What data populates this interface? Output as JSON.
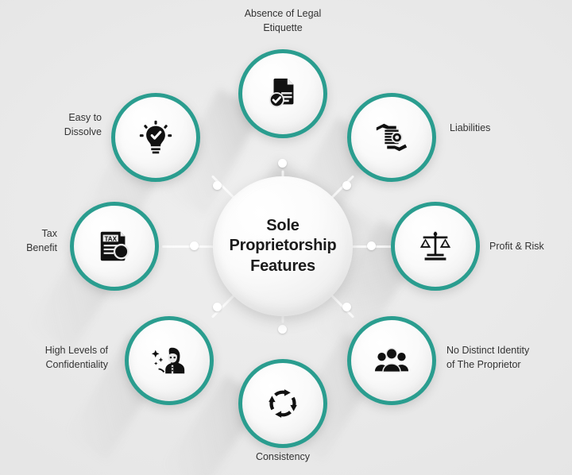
{
  "hub": {
    "title": "Sole\nProprietorship\nFeatures",
    "title_lines": [
      "Sole",
      "Proprietorship",
      "Features"
    ]
  },
  "theme": {
    "ring_color": "#2a9d8f",
    "background_color": "#eaeaea",
    "text_color": "#333333",
    "hub_text_color": "#1b1b1b",
    "connector_color": "#ffffff"
  },
  "nodes": [
    {
      "id": "absence-of-legal-etiquette",
      "label": "Absence of Legal\nEtiquette",
      "icon": "document-check-icon",
      "label_align": "center",
      "position": "top"
    },
    {
      "id": "liabilities",
      "label": "Liabilities",
      "icon": "hands-money-icon",
      "label_align": "right",
      "position": "top-right"
    },
    {
      "id": "profit-and-risk",
      "label": "Profit & Risk",
      "icon": "balance-scales-icon",
      "label_align": "right",
      "position": "right"
    },
    {
      "id": "no-distinct-identity-of-the-proprietor",
      "label": "No Distinct Identity\nof The Proprietor",
      "icon": "people-group-icon",
      "label_align": "right",
      "position": "bottom-right"
    },
    {
      "id": "consistency",
      "label": "Consistency",
      "icon": "circular-arrows-icon",
      "label_align": "center",
      "position": "bottom"
    },
    {
      "id": "high-levels-of-confidentiality",
      "label": "High Levels of\nConfidentiality",
      "icon": "discreet-woman-icon",
      "label_align": "left",
      "position": "bottom-left"
    },
    {
      "id": "tax-benefit",
      "label": "Tax\nBenefit",
      "icon": "tax-document-icon",
      "label_align": "left",
      "position": "left"
    },
    {
      "id": "easy-to-dissolve",
      "label": "Easy to\nDissolve",
      "icon": "lightbulb-check-icon",
      "label_align": "left",
      "position": "top-left"
    }
  ]
}
